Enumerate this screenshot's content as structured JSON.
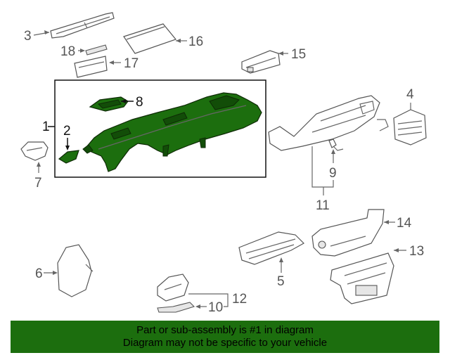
{
  "callouts": {
    "c1": "1",
    "c2": "2",
    "c3": "3",
    "c4": "4",
    "c5": "5",
    "c6": "6",
    "c7": "7",
    "c8": "8",
    "c9": "9",
    "c10": "10",
    "c11": "11",
    "c12": "12",
    "c13": "13",
    "c14": "14",
    "c15": "15",
    "c16": "16",
    "c17": "17",
    "c18": "18"
  },
  "highlight_color": "#1c6e0e",
  "footer": {
    "line1": "Part or sub-assembly is #1 in diagram",
    "line2": "Diagram may not be specific to your vehicle"
  }
}
